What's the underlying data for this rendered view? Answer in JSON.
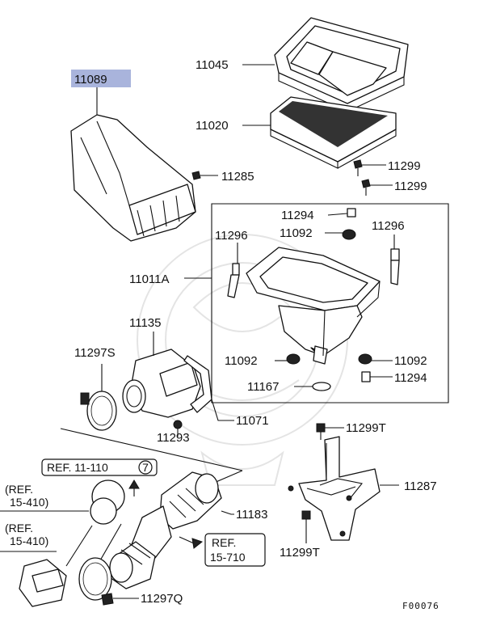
{
  "highlight_color": "#a9b4dc",
  "part_labels": {
    "p11089": "11089",
    "p11045": "11045",
    "p11020": "11020",
    "p11285": "11285",
    "p11299a": "11299",
    "p11299b": "11299",
    "p11294a": "11294",
    "p11092a": "11092",
    "p11296a": "11296",
    "p11296b": "11296",
    "p11011A": "11011A",
    "p11135": "11135",
    "p11297S": "11297S",
    "p11092b": "11092",
    "p11092c": "11092",
    "p11167": "11167",
    "p11294b": "11294",
    "p11071": "11071",
    "p11293": "11293",
    "p11299Ta": "11299T",
    "p11287": "11287",
    "p11183": "11183",
    "p11299Tb": "11299T",
    "p11297Q": "11297Q"
  },
  "references": {
    "ref_box_1": "REF. 11-110",
    "ref_box_1_circle": "7",
    "ref_text_1_line1": "(REF.",
    "ref_text_1_line2": "15-410)",
    "ref_text_2_line1": "(REF.",
    "ref_text_2_line2": "15-410)",
    "ref_box_2_line1": "REF.",
    "ref_box_2_line2": "15-710"
  },
  "figure_code": "F00076"
}
